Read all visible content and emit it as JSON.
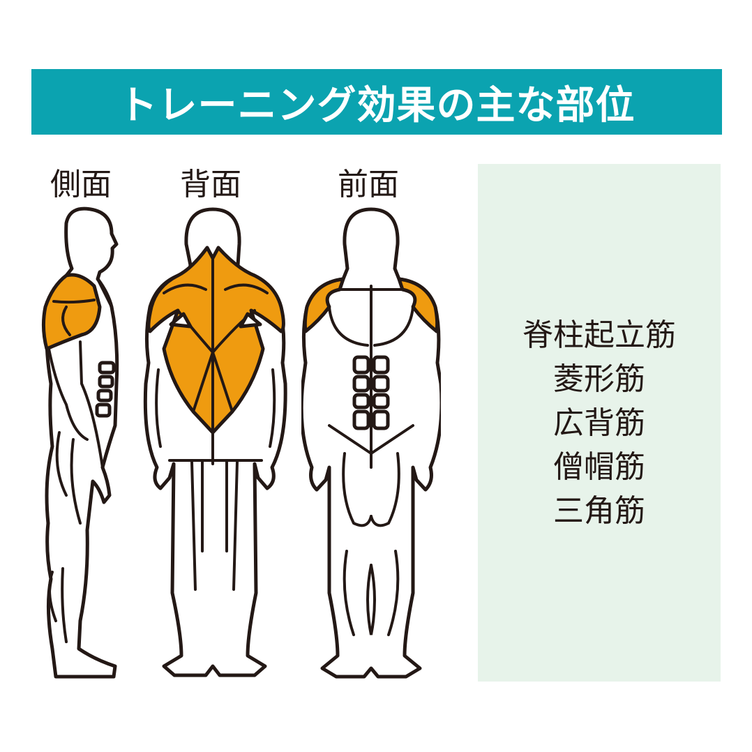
{
  "header": {
    "title": "トレーニング効果の主な部位",
    "background_color": "#0ba3b0",
    "text_color": "#ffffff"
  },
  "views": [
    {
      "id": "side",
      "label": "側面"
    },
    {
      "id": "back",
      "label": "背面"
    },
    {
      "id": "front",
      "label": "前面"
    }
  ],
  "highlight_color": "#ef9b10",
  "panel": {
    "background_color": "#e7f3ea",
    "muscles": [
      {
        "label": "脊柱起立筋"
      },
      {
        "label": "菱形筋"
      },
      {
        "label": "広背筋"
      },
      {
        "label": "僧帽筋"
      },
      {
        "label": "三角筋"
      }
    ]
  }
}
